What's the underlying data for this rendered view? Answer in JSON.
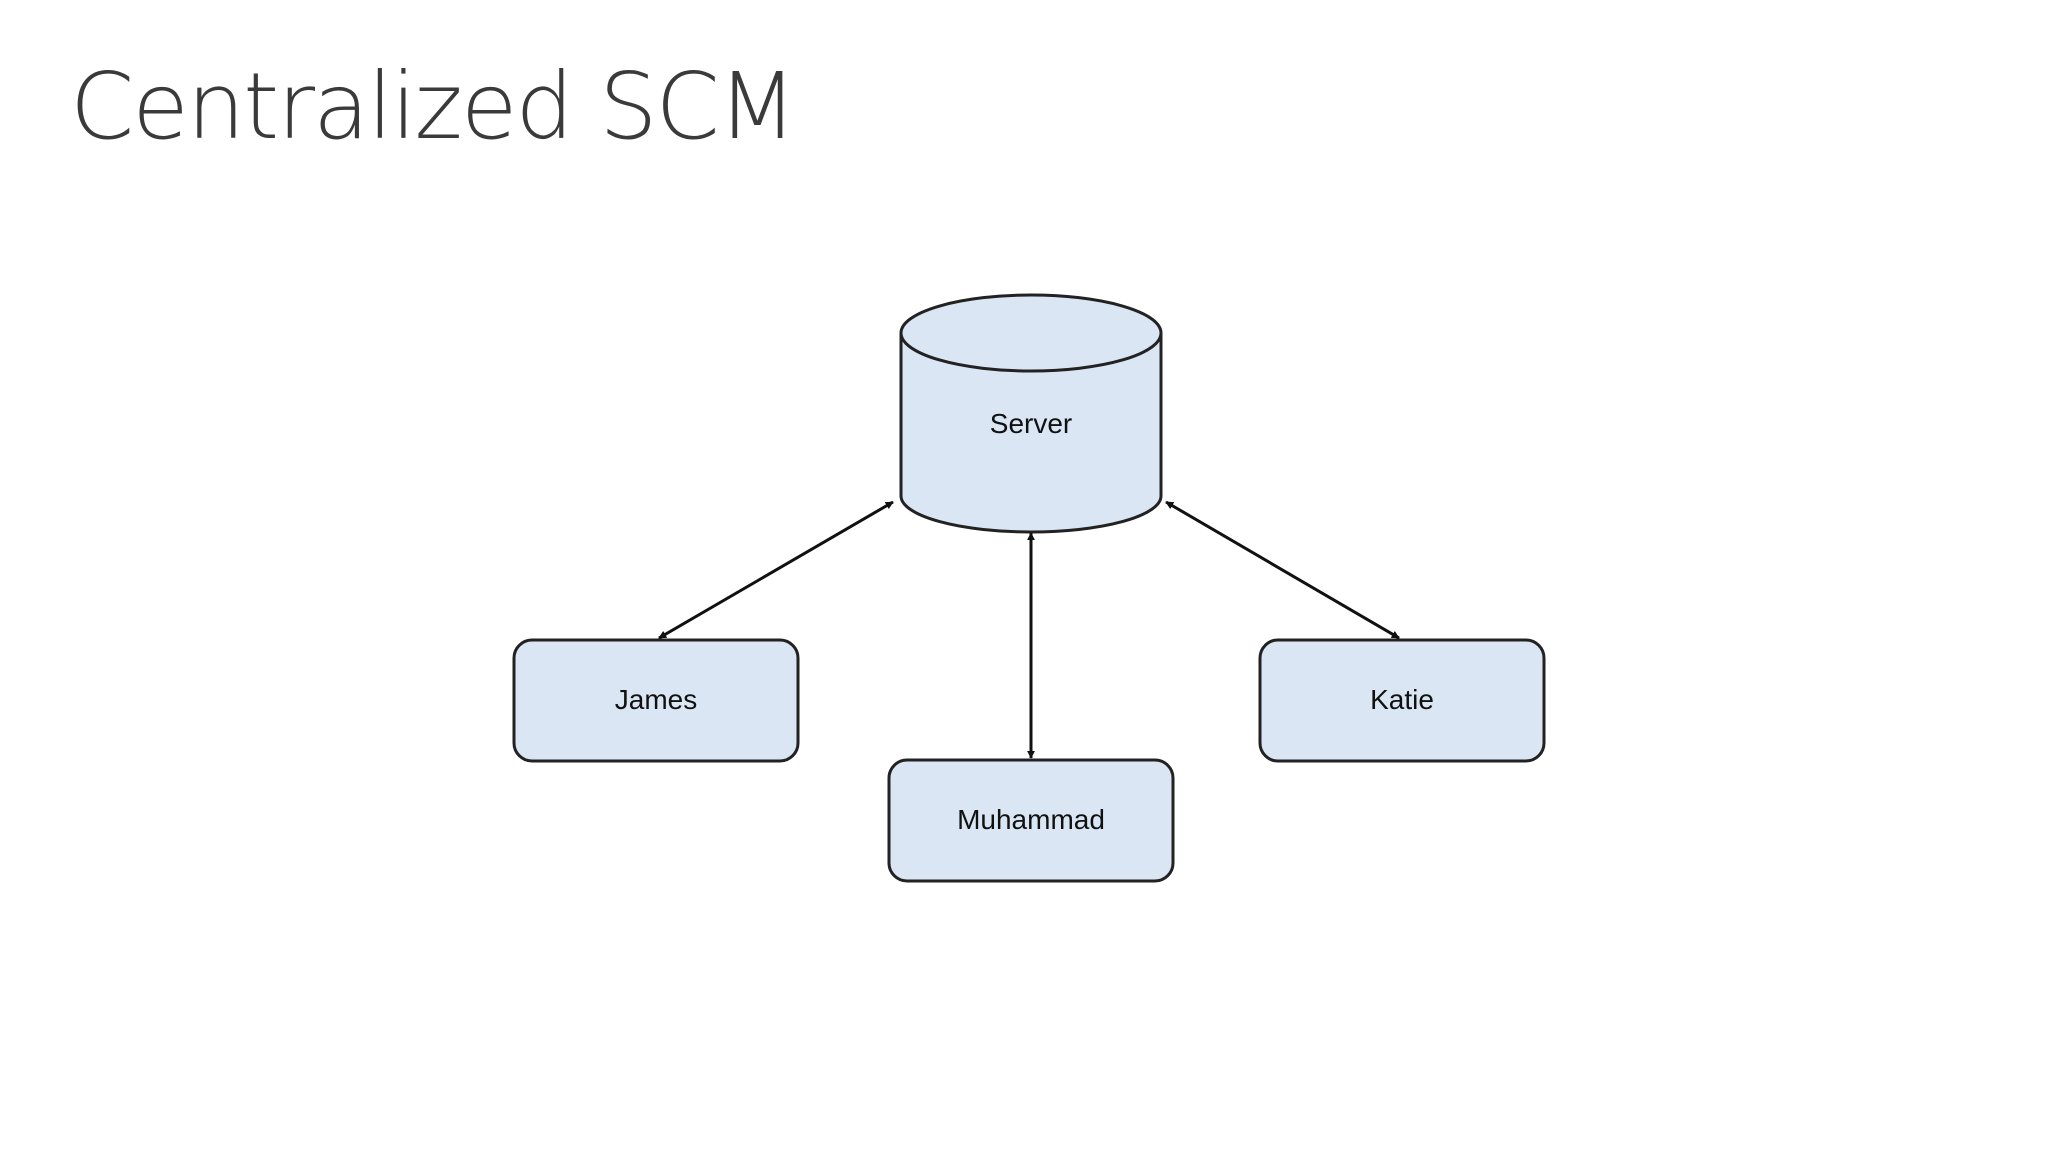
{
  "slide": {
    "title": "Centralized SCM"
  },
  "diagram": {
    "server": {
      "label": "Server"
    },
    "clients": [
      {
        "label": "James"
      },
      {
        "label": "Muhammad"
      },
      {
        "label": "Katie"
      }
    ],
    "colors": {
      "node_fill": "#dae6f3",
      "stroke": "#222222",
      "title": "#3a3a3a"
    }
  }
}
